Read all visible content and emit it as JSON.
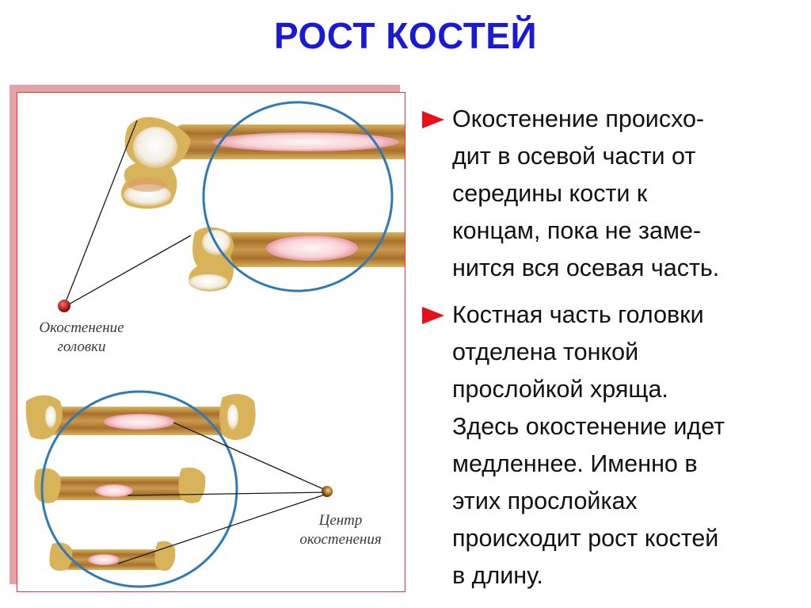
{
  "slide": {
    "title": "РОСТ КОСТЕЙ",
    "accent_color": "#1a1ad6",
    "bullet_color": "#e8101a"
  },
  "figure": {
    "labels": {
      "head_ossification": [
        "Окостенение",
        "головки"
      ],
      "ossification_center": [
        "Центр",
        "окостенения"
      ]
    },
    "frame_border_color": "#e8343a",
    "frame_shadow_color": "#e3a2a5",
    "circle_color": "#2f7ab5"
  },
  "bullets": [
    {
      "icon": "triangle-right-icon",
      "lines": [
        "Окостенение происхо-",
        "дит в осевой части от",
        "середины кости к",
        "концам, пока не заме-",
        "нится вся осевая часть."
      ]
    },
    {
      "icon": "triangle-right-icon",
      "lines": [
        "Костная часть головки",
        "отделена тонкой",
        "прослойкой хряща.",
        "Здесь окостенение идет",
        "медленнее. Именно в",
        "этих прослойках",
        "происходит рост костей",
        "в длину."
      ]
    }
  ]
}
